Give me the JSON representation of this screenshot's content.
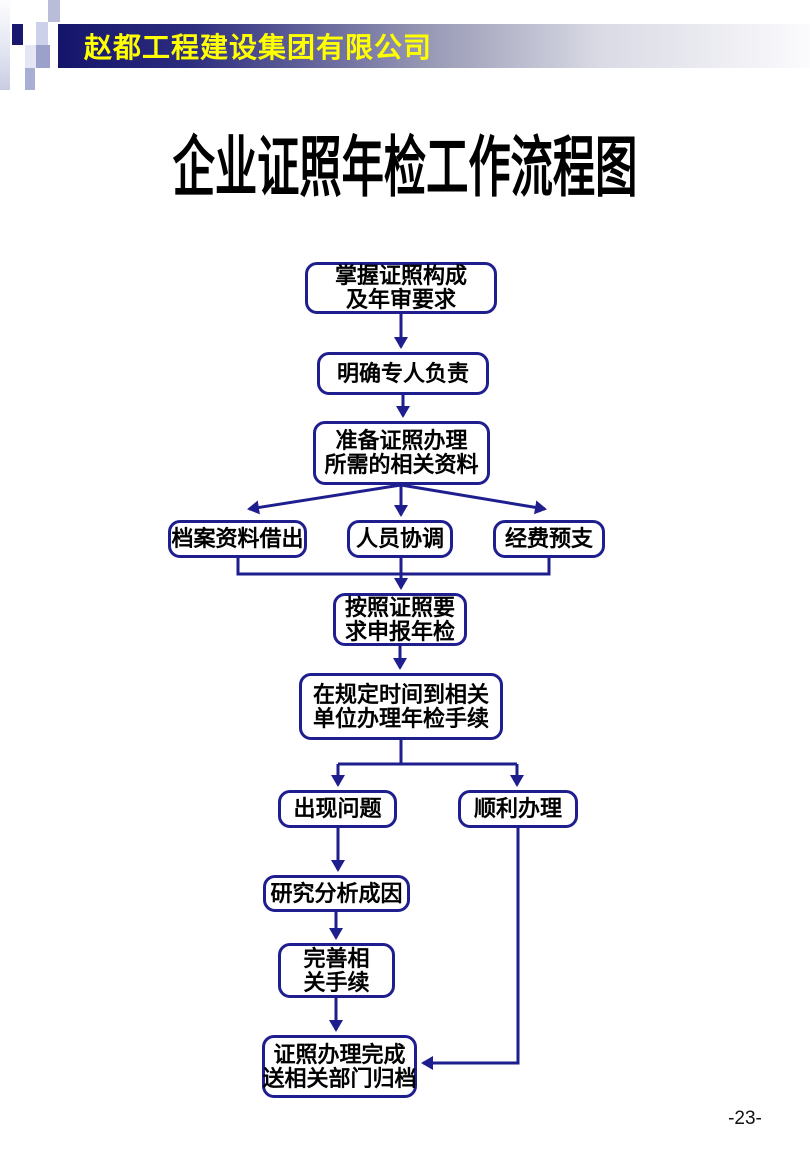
{
  "slide": {
    "company_name": "赵都工程建设集团有限公司",
    "title": "企业证照年检工作流程图",
    "page_number": "-23-"
  },
  "colors": {
    "header_bar_dark": "#14146a",
    "header_text": "#ffff00",
    "diagram_line": "#1e1e8e",
    "box_border": "#1e1e8e",
    "box_fill": "#ffffff",
    "box_text": "#000000",
    "title_text": "#000000"
  },
  "flowchart": {
    "nodes": [
      {
        "id": "grasp",
        "lines": [
          "掌握证照构成",
          "及年审要求"
        ]
      },
      {
        "id": "assign",
        "lines": [
          "明确专人负责"
        ]
      },
      {
        "id": "prepare",
        "lines": [
          "准备证照办理",
          "所需的相关资料"
        ]
      },
      {
        "id": "archive",
        "lines": [
          "档案资料借出"
        ]
      },
      {
        "id": "personnel",
        "lines": [
          "人员协调"
        ]
      },
      {
        "id": "funds",
        "lines": [
          "经费预支"
        ]
      },
      {
        "id": "declare",
        "lines": [
          "按照证照要",
          "求申报年检"
        ]
      },
      {
        "id": "handle",
        "lines": [
          "在规定时间到相关",
          "单位办理年检手续"
        ]
      },
      {
        "id": "problem",
        "lines": [
          "出现问题"
        ]
      },
      {
        "id": "smooth",
        "lines": [
          "顺利办理"
        ]
      },
      {
        "id": "analyze",
        "lines": [
          "研究分析成因"
        ]
      },
      {
        "id": "perfect",
        "lines": [
          "完善相",
          "关手续"
        ]
      },
      {
        "id": "complete",
        "lines": [
          "证照办理完成",
          "送相关部门归档"
        ]
      }
    ],
    "edges": [
      {
        "from": "grasp",
        "to": "assign"
      },
      {
        "from": "assign",
        "to": "prepare"
      },
      {
        "from": "prepare",
        "to": "archive"
      },
      {
        "from": "prepare",
        "to": "personnel"
      },
      {
        "from": "prepare",
        "to": "funds"
      },
      {
        "from": "archive",
        "to": "declare"
      },
      {
        "from": "personnel",
        "to": "declare"
      },
      {
        "from": "funds",
        "to": "declare"
      },
      {
        "from": "declare",
        "to": "handle"
      },
      {
        "from": "handle",
        "to": "problem"
      },
      {
        "from": "handle",
        "to": "smooth"
      },
      {
        "from": "problem",
        "to": "analyze"
      },
      {
        "from": "analyze",
        "to": "perfect"
      },
      {
        "from": "perfect",
        "to": "complete"
      },
      {
        "from": "smooth",
        "to": "complete"
      }
    ]
  }
}
